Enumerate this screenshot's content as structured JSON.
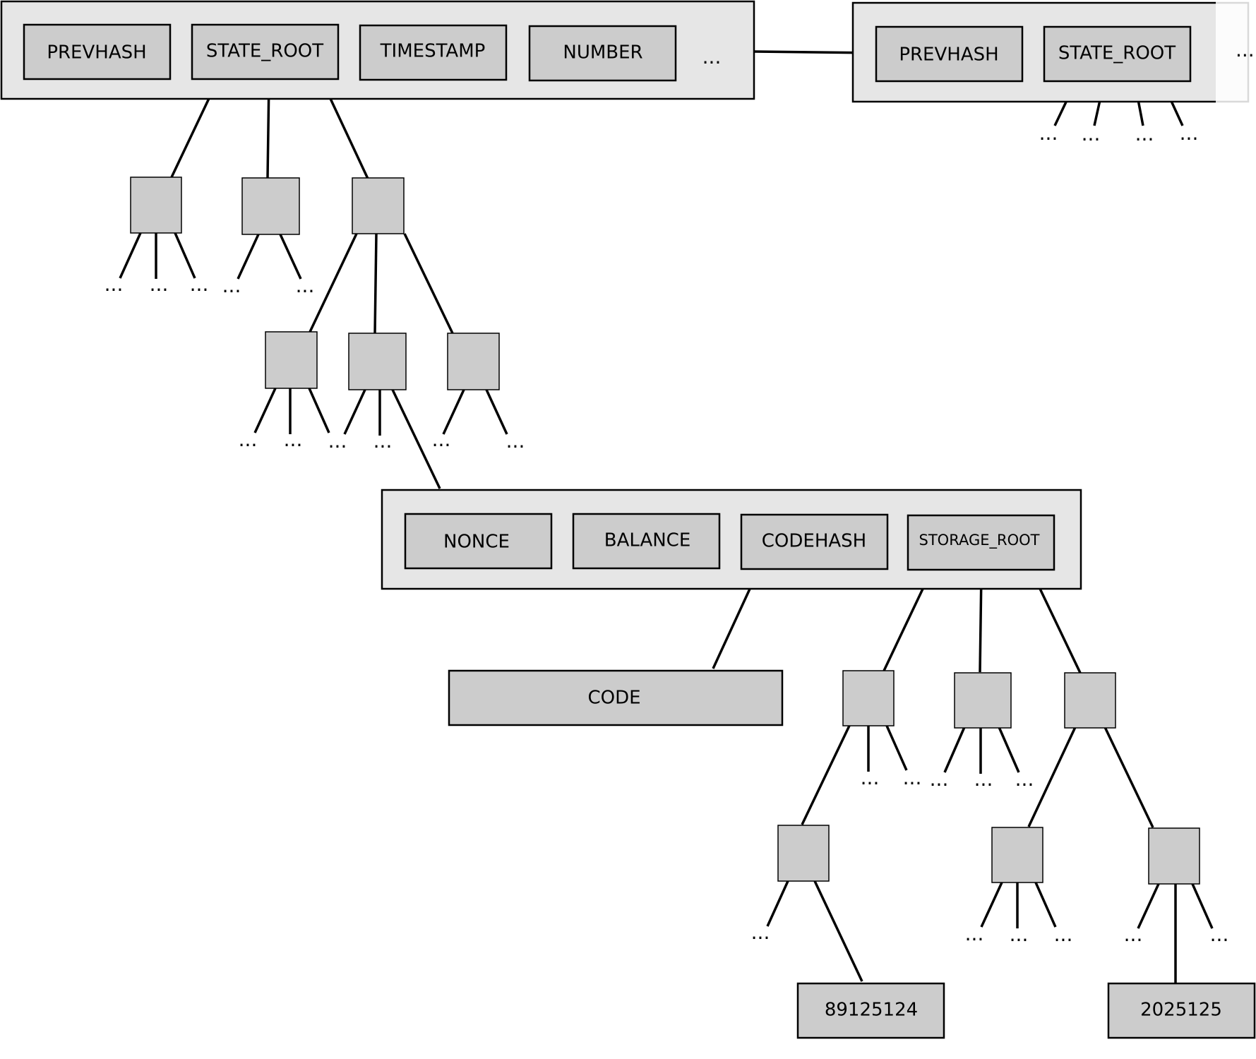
{
  "block_1": {
    "prevhash": "PREVHASH",
    "state_root": "STATE_ROOT",
    "timestamp": "TIMESTAMP",
    "number": "NUMBER",
    "more": "..."
  },
  "block_2": {
    "prevhash": "PREVHASH",
    "state_root": "STATE_ROOT",
    "more": "..."
  },
  "account": {
    "nonce": "NONCE",
    "balance": "BALANCE",
    "codehash": "CODEHASH",
    "storage_root": "STORAGE_ROOT"
  },
  "code": "CODE",
  "storage_values": [
    "89125124",
    "2025125"
  ],
  "ellipsis": "..."
}
